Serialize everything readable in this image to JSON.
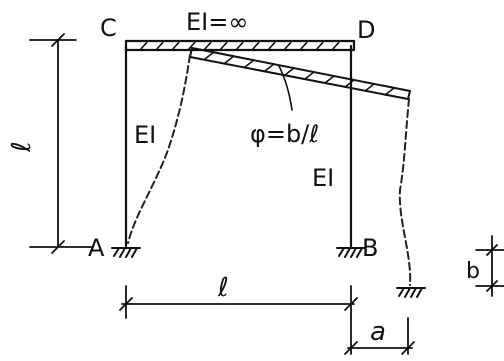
{
  "labels": {
    "node_top_left": "C",
    "node_top_right": "D",
    "node_bottom_left": "A",
    "node_bottom_right": "B",
    "beam_stiffness": "EI=∞",
    "left_column_stiffness": "EI",
    "right_column_stiffness": "EI",
    "rotation": "φ=b/ℓ",
    "height_dim": "ℓ",
    "span_dim": "ℓ",
    "offset_dim": "a",
    "settlement_dim": "b"
  }
}
